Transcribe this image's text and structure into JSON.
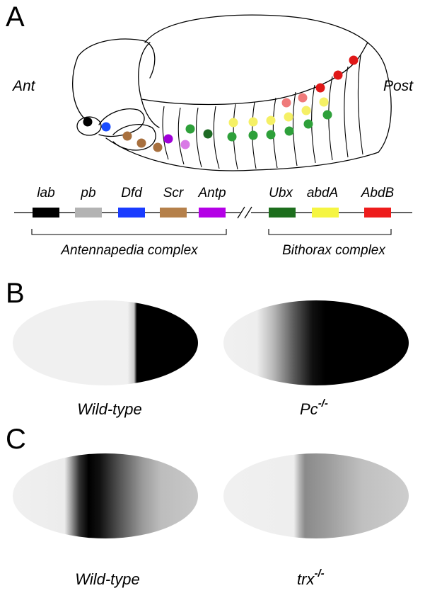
{
  "panels": {
    "a": "A",
    "b": "B",
    "c": "C"
  },
  "embryo": {
    "anterior_label": "Ant",
    "posterior_label": "Post"
  },
  "genes": [
    {
      "name": "lab",
      "color": "#000000"
    },
    {
      "name": "pb",
      "color": "#b3b3b3"
    },
    {
      "name": "Dfd",
      "color": "#1a3cff"
    },
    {
      "name": "Scr",
      "color": "#b5804a"
    },
    {
      "name": "Antp",
      "color": "#b400e6"
    },
    {
      "name": "Ubx",
      "color": "#1d6e1d"
    },
    {
      "name": "abdA",
      "color": "#f5f542"
    },
    {
      "name": "AbdB",
      "color": "#ee1c1c"
    }
  ],
  "complexes": {
    "antennapedia": "Antennapedia complex",
    "bithorax": "Bithorax complex"
  },
  "colors": {
    "black": "#000000",
    "blue": "#1a4dff",
    "brown": "#a8703e",
    "purple": "#a000d9",
    "lilac": "#d97ae6",
    "dark_green": "#1e6b24",
    "green": "#2ea03a",
    "yellow": "#f5f065",
    "pink": "#ef7a7a",
    "red": "#e01818",
    "embryo_fill": "#f0f0f0"
  },
  "panel_b": {
    "left_label": "Wild-type",
    "right_label_base": "Pc",
    "right_label_sup": "-/-"
  },
  "panel_c": {
    "left_label": "Wild-type",
    "right_label_base": "trx",
    "right_label_sup": "-/-"
  }
}
